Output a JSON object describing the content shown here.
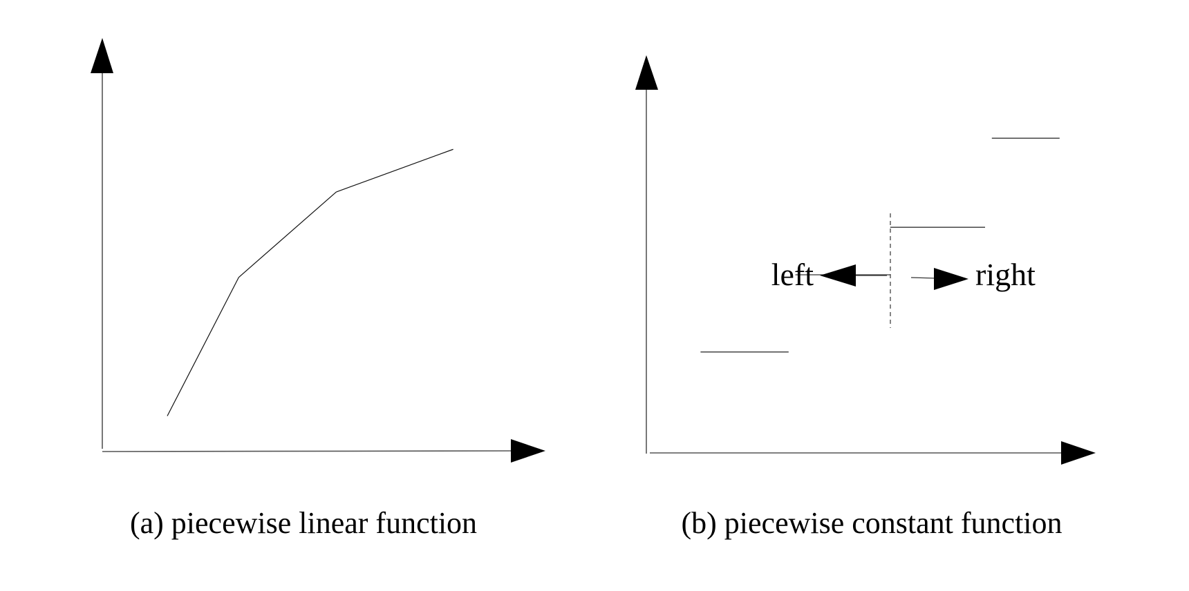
{
  "panels": [
    {
      "id": "a",
      "caption": "(a) piecewise linear function",
      "type": "piecewise-linear",
      "points": [
        [
          1,
          1
        ],
        [
          2.1,
          4.9
        ],
        [
          3.6,
          7.3
        ],
        [
          5.4,
          8.5
        ]
      ]
    },
    {
      "id": "b",
      "caption": "(b) piecewise constant function",
      "type": "piecewise-constant",
      "steps": [
        {
          "x0": 0.8,
          "x1": 2.1,
          "y": 1.7
        },
        {
          "x0": 2.2,
          "x1": 3.6,
          "y": 3.0
        },
        {
          "x0": 3.6,
          "x1": 5.0,
          "y": 3.8
        },
        {
          "x0": 5.1,
          "x1": 6.1,
          "y": 5.3
        }
      ],
      "boundary_x": 3.6,
      "left_label": "left",
      "right_label": "right"
    }
  ],
  "colors": {
    "ink": "#000000",
    "axis": "#555555"
  }
}
